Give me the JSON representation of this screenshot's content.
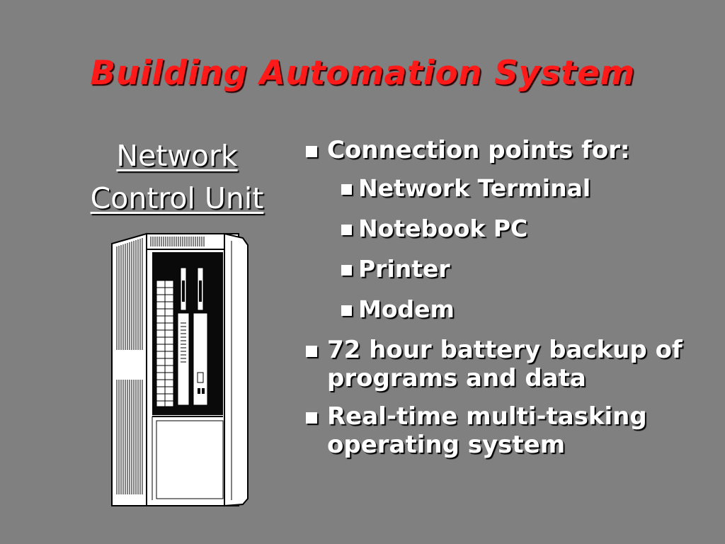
{
  "slide": {
    "title": "Building Automation System",
    "subtitle_line1": "Network",
    "subtitle_line2": "Control Unit",
    "bullets": [
      {
        "text": "Connection points for:",
        "level": 1
      },
      {
        "text": "Network Terminal",
        "level": 2
      },
      {
        "text": "Notebook PC",
        "level": 2
      },
      {
        "text": "Printer",
        "level": 2
      },
      {
        "text": "Modem",
        "level": 2
      },
      {
        "text": "72 hour battery backup of programs and data",
        "level": 1
      },
      {
        "text": "Real-time multi-tasking operating system",
        "level": 1
      }
    ],
    "colors": {
      "background": "#808080",
      "title": "#ff1a1a",
      "text": "#ffffff"
    },
    "illustration": "network-control-unit-cabinet"
  }
}
